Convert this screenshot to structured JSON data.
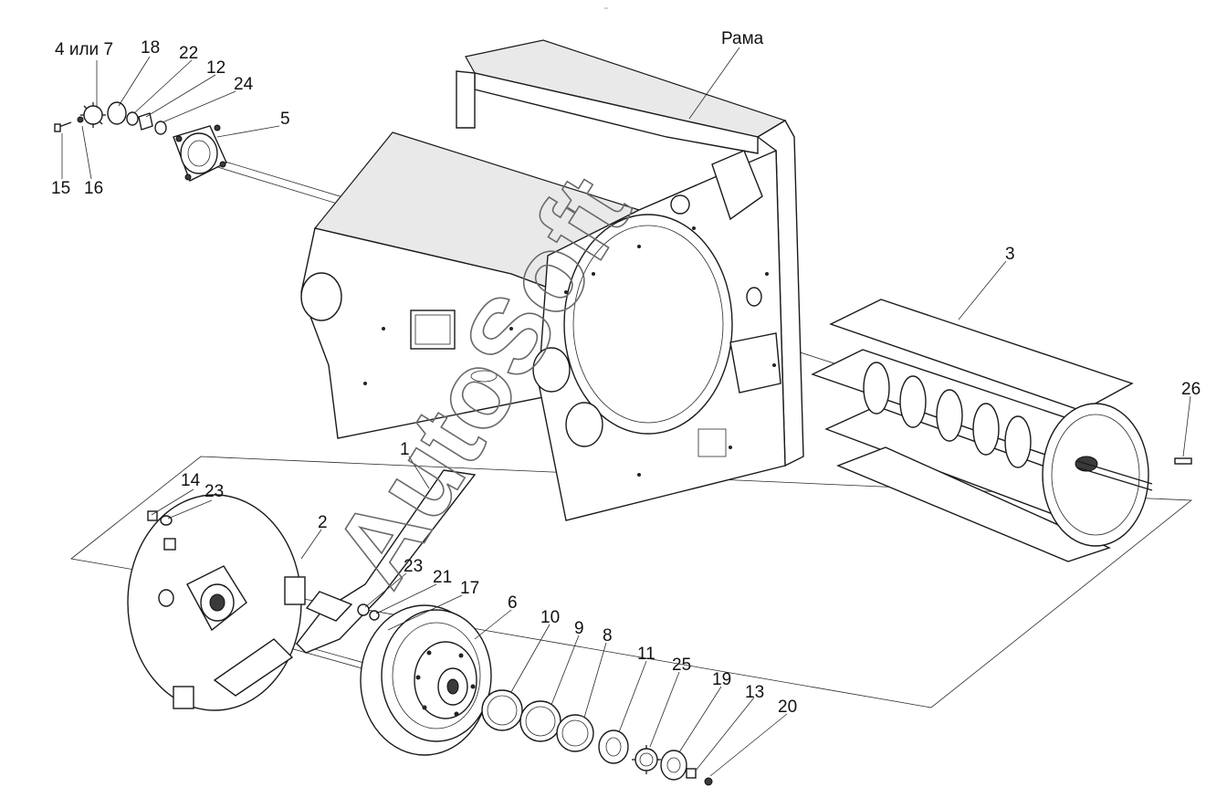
{
  "header_mark": "°°",
  "watermark": "AutoSoft",
  "labels": {
    "frame": "Рама",
    "p1": "1",
    "p2": "2",
    "p3": "3",
    "p4_7": "4 или 7",
    "p5": "5",
    "p6": "6",
    "p8": "8",
    "p9": "9",
    "p10": "10",
    "p11": "11",
    "p12": "12",
    "p13": "13",
    "p14": "14",
    "p15": "15",
    "p16": "16",
    "p17": "17",
    "p18": "18",
    "p19": "19",
    "p20": "20",
    "p21": "21",
    "p22": "22",
    "p23a": "23",
    "p23b": "23",
    "p24": "24",
    "p25": "25",
    "p26": "26"
  }
}
